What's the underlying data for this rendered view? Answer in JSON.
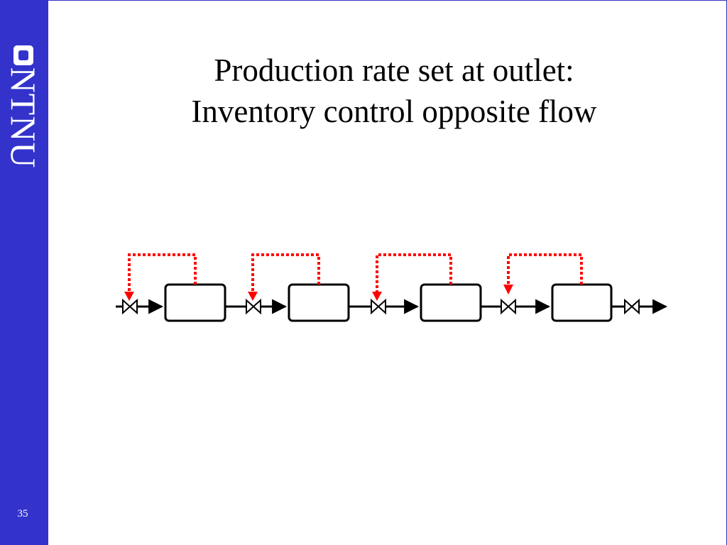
{
  "slide": {
    "title_line_1": "Production rate set at outlet:",
    "title_line_2": "Inventory control opposite flow",
    "page_number": "35"
  },
  "sidebar": {
    "logo_text": "NTNU",
    "logo_icon": "ntnu-logo-icon"
  },
  "colors": {
    "sidebar": "#3333cc",
    "control_loop": "#ff0000",
    "flow_line": "#000000"
  },
  "diagram": {
    "units": 4,
    "valves": 5,
    "control_loops": 4
  }
}
